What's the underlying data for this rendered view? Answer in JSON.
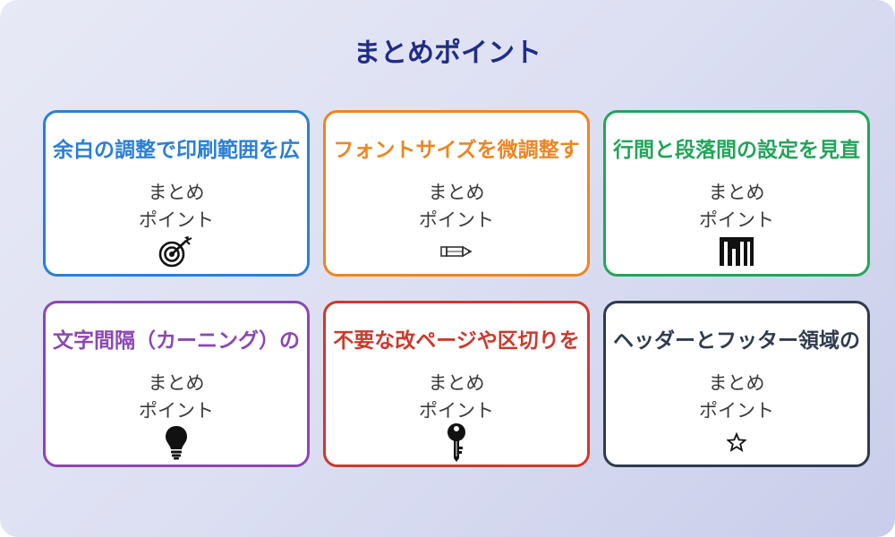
{
  "page": {
    "title": "まとめポイント"
  },
  "cards": [
    {
      "title": "余白の調整で印刷範囲を広",
      "line1": "まとめ",
      "line2": "ポイント",
      "icon": "target-icon",
      "color": "#2a7fd6"
    },
    {
      "title": "フォントサイズを微調整す",
      "line1": "まとめ",
      "line2": "ポイント",
      "icon": "pencil-icon",
      "color": "#ec8622"
    },
    {
      "title": "行間と段落間の設定を見直",
      "line1": "まとめ",
      "line2": "ポイント",
      "icon": "layout-bars-icon",
      "color": "#22a55a"
    },
    {
      "title": "文字間隔（カーニング）の",
      "line1": "まとめ",
      "line2": "ポイント",
      "icon": "lightbulb-icon",
      "color": "#8b47b5"
    },
    {
      "title": "不要な改ページや区切りを",
      "line1": "まとめ",
      "line2": "ポイント",
      "icon": "key-icon",
      "color": "#cc3a2c"
    },
    {
      "title": "ヘッダーとフッター領域の",
      "line1": "まとめ",
      "line2": "ポイント",
      "icon": "star-icon",
      "color": "#2f3b4e"
    }
  ]
}
